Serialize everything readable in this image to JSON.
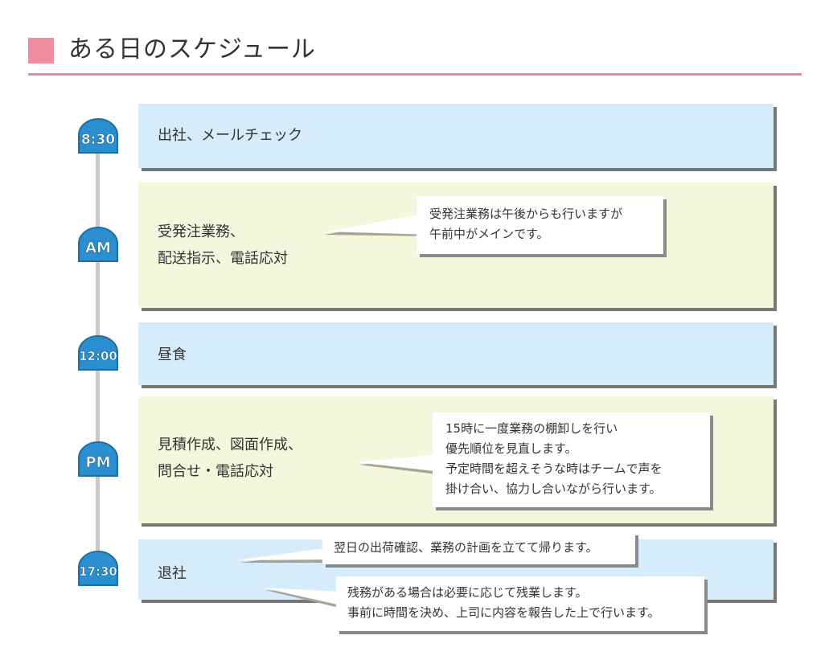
{
  "page_title": "ある日のスケジュール",
  "colors": {
    "accent": "#f08da1",
    "badge": "#2b8fcf",
    "timeline": "#c9c9c9",
    "row_blue": "#d6ecfa",
    "row_cream": "#f5f7dc"
  },
  "schedule": [
    {
      "time": "8:30",
      "lines": [
        "出社、メールチェック"
      ],
      "callouts": []
    },
    {
      "time": "AM",
      "lines": [
        "受発注業務、",
        "配送指示、電話応対"
      ],
      "callouts": [
        {
          "lines": [
            "受発注業務は午後からも行いますが",
            "午前中がメインです。"
          ]
        }
      ]
    },
    {
      "time": "12:00",
      "lines": [
        "昼食"
      ],
      "callouts": []
    },
    {
      "time": "PM",
      "lines": [
        "見積作成、図面作成、",
        "問合せ・電話応対"
      ],
      "callouts": [
        {
          "lines": [
            "15時に一度業務の棚卸しを行い",
            "優先順位を見直します。",
            "予定時間を超えそうな時はチームで声を",
            "掛け合い、協力し合いながら行います。"
          ]
        }
      ]
    },
    {
      "time": "17:30",
      "lines": [
        "退社"
      ],
      "callouts": [
        {
          "lines": [
            "翌日の出荷確認、業務の計画を立てて帰ります。"
          ]
        },
        {
          "lines": [
            "残務がある場合は必要に応じて残業します。",
            "事前に時間を決め、上司に内容を報告した上で行います。"
          ]
        }
      ]
    }
  ]
}
